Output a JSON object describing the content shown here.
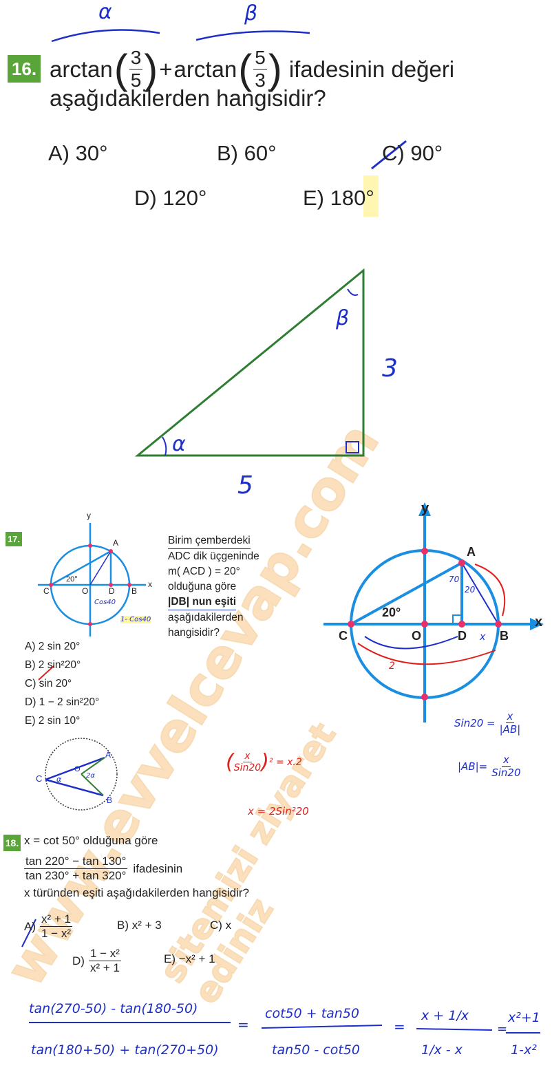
{
  "watermark": {
    "line1": "www.evvelcevap.com",
    "line2": "sitemizi ziyaret ediniz"
  },
  "q16": {
    "number": "16.",
    "arctan1": "arctan",
    "num1": "3",
    "den1": "5",
    "plus": "+",
    "arctan2": "arctan",
    "num2": "5",
    "den2": "3",
    "text1": "ifadesinin değeri",
    "text2": "aşağıdakilerden hangisidir?",
    "options": [
      "A) 30°",
      "B) 60°",
      "C) 90°",
      "D) 120°",
      "E) 180°"
    ],
    "annotations": {
      "alpha": "α",
      "beta": "β",
      "side_vertical": "3",
      "side_horizontal": "5",
      "angle_alpha": "α",
      "angle_beta": "β"
    }
  },
  "q17": {
    "number": "17.",
    "text": [
      "Birim çemberdeki",
      "ADC dik üçgeninde",
      "m( ACD ) = 20°",
      "olduğuna göre",
      "|DB| nun eşiti",
      "aşağıdakilerden",
      "hangisidir?"
    ],
    "options": [
      "A)  2 sin 20°",
      "B)  2 sin²20°",
      "C)  sin 20°",
      "D)  1 − 2 sin²20°",
      "E)  2 sin 10°"
    ],
    "small_labels": {
      "y": "y",
      "x": "x",
      "A": "A",
      "B": "B",
      "C": "C",
      "D": "D",
      "O": "O",
      "angle": "20°",
      "note1": "Cos40",
      "note2": "1- Cos40"
    },
    "big_labels": {
      "y": "y",
      "x": "x",
      "A": "A",
      "B": "B",
      "C": "C",
      "D": "D",
      "O": "O",
      "angle": "20°",
      "n70": "70",
      "n20": "20",
      "nx": "x",
      "n2": "2"
    },
    "notes": {
      "sin_eq_lhs": "Sin20 =",
      "sin_eq_num": "x",
      "sin_eq_den": "|AB|",
      "ab_lhs": "|AB|=",
      "ab_num": "x",
      "ab_den": "Sin20",
      "red1_num": "x",
      "red1_den": "Sin20",
      "red1_rest": "² = x.2",
      "red2": "x = 2Sin²20"
    },
    "mini": {
      "C": "C",
      "A": "A",
      "B": "B",
      "O": "O",
      "a": "α",
      "a2": "2α"
    }
  },
  "q18": {
    "number": "18.",
    "line1": "x = cot 50°  olduğuna göre",
    "num": "tan 220° − tan 130°",
    "den": "tan 230° + tan 320°",
    "line2": "ifadesinin",
    "line3": "x türünden eşiti aşağıdakilerden hangisidir?",
    "optA": "A)",
    "optA_num": "x² + 1",
    "optA_den": "1 − x²",
    "optB": "B)  x² + 3",
    "optC": "C) x",
    "optD": "D)",
    "optD_num": "1 − x²",
    "optD_den": "x² + 1",
    "optE": "E)  −x² + 1",
    "work": {
      "f1_num": "tan(270-50) - tan(180-50)",
      "f1_den": "tan(180+50) + tan(270+50)",
      "eq": "=",
      "f2_num": "cot50 + tan50",
      "f2_den": "tan50 - cot50",
      "f3_num": "x + 1/x",
      "f3_den": "1/x - x",
      "f4_num": "x²+1",
      "f4_den": "1-x²"
    }
  },
  "colors": {
    "badge": "#5aa53a",
    "diagram": "#1a8ee0",
    "triangle": "#2e7d32",
    "pen_blue": "#1e2fc8",
    "pen_red": "#e0201c",
    "watermark": "#f7a43a"
  }
}
